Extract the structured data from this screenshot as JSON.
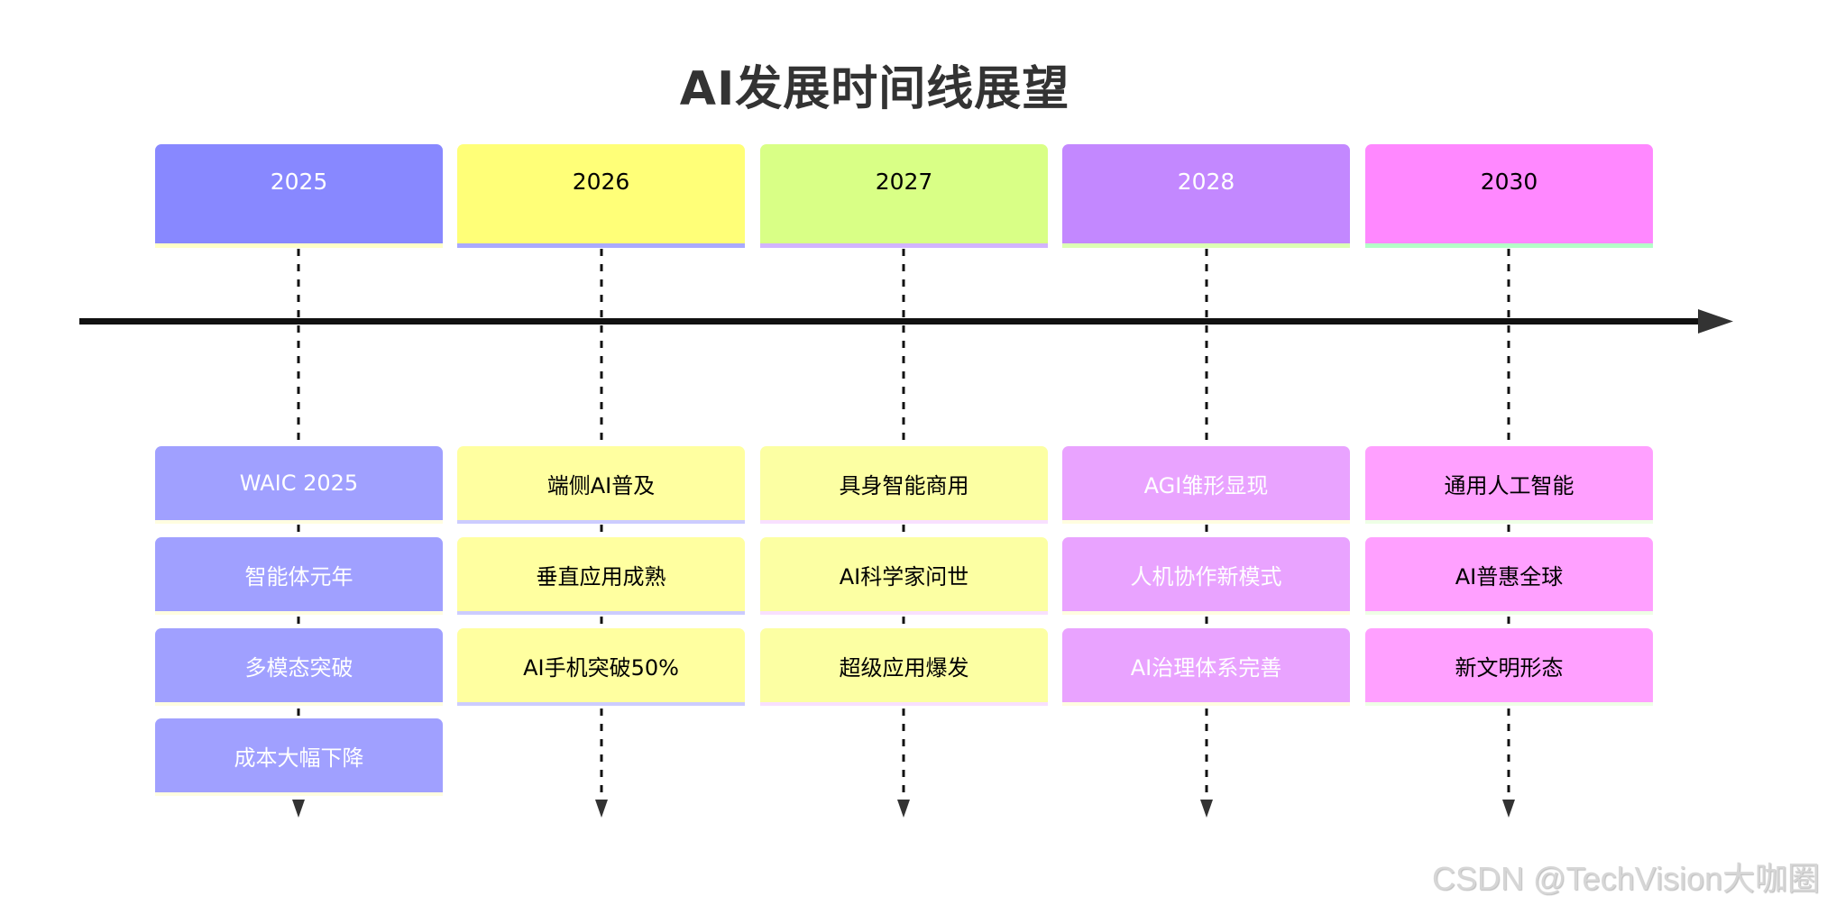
{
  "title": "AI发展时间线展望",
  "watermark": "CSDN @TechVision大咖圈",
  "columns": [
    {
      "year": "2025",
      "header_color": "#8888ff",
      "header_text_color": "#ffffff",
      "header_stripe": "#ffffc8",
      "event_color": "#a0a0ff",
      "event_text_color": "#ffffff",
      "event_stripe": "#fffde0",
      "events": [
        "WAIC 2025",
        "智能体元年",
        "多模态突破",
        "成本大幅下降"
      ]
    },
    {
      "year": "2026",
      "header_color": "#ffff78",
      "header_text_color": "#000000",
      "header_stripe": "#aaaaff",
      "event_color": "#ffffa0",
      "event_text_color": "#000000",
      "event_stripe": "#ccccff",
      "events": [
        "端侧AI普及",
        "垂直应用成熟",
        "AI手机突破50%"
      ]
    },
    {
      "year": "2027",
      "header_color": "#d9ff86",
      "header_text_color": "#000000",
      "header_stripe": "#d2b4ff",
      "event_color": "#fcffa3",
      "event_text_color": "#000000",
      "event_stripe": "#f8e0ff",
      "events": [
        "具身智能商用",
        "AI科学家问世",
        "超级应用爆发"
      ]
    },
    {
      "year": "2028",
      "header_color": "#c388ff",
      "header_text_color": "#ffffff",
      "header_stripe": "#dcffb4",
      "event_color": "#e9a3ff",
      "event_text_color": "#ffffff",
      "event_stripe": "#fffde0",
      "events": [
        "AGI雏形显现",
        "人机协作新模式",
        "AI治理体系完善"
      ]
    },
    {
      "year": "2030",
      "header_color": "#ff88ff",
      "header_text_color": "#000000",
      "header_stripe": "#b4ffc8",
      "event_color": "#ffa0ff",
      "event_text_color": "#000000",
      "event_stripe": "#eeffe6",
      "events": [
        "通用人工智能",
        "AI普惠全球",
        "新文明形态"
      ]
    }
  ],
  "colors": {
    "axis": "#111111",
    "arrowhead": "#333333",
    "title": "#333333"
  }
}
